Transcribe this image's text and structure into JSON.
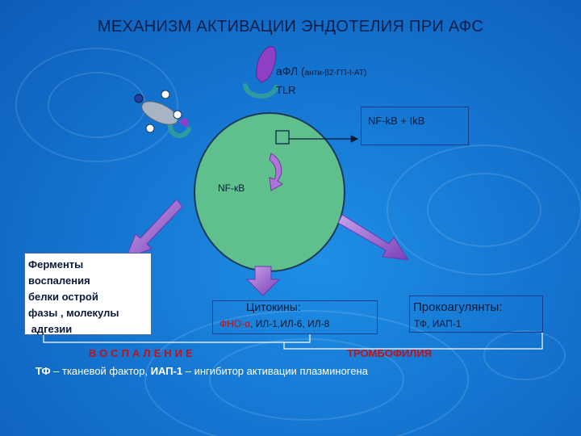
{
  "title": "МЕХАНИЗМ АКТИВАЦИИ ЭНДОТЕЛИЯ ПРИ АФС",
  "receptor": {
    "afl_main": "аФЛ (",
    "afl_sub": "анти-β2-ГП-I-АТ)",
    "tlr": "TLR"
  },
  "nfkb_complex": "NF-kB + IkB",
  "nfkb_inside": "NF-кВ",
  "enzymes": {
    "lines": [
      "Ферменты",
      "воспаления",
      "белки острой",
      "фазы , молекулы",
      " адгезии"
    ]
  },
  "cytokines": {
    "title": "Цитокины:",
    "sub_alpha": "ФНО-α",
    "sub_rest": ", ИЛ-1,ИЛ-6, ИЛ-8"
  },
  "procoagulants": {
    "title": "Прокоагулянты:",
    "sub": "ТФ, ИАП-1"
  },
  "outcomes": {
    "inflammation": "ВОСПАЛЕНИЕ",
    "thrombophilia": "ТРОМБОФИЛИЯ"
  },
  "footnote": {
    "tf": "ТФ",
    "tf_def": " – тканевой фактор, ",
    "pai": "ИАП-1",
    "pai_def": " – ингибитор активации плазминогена"
  },
  "colors": {
    "background": "#1577d2",
    "cell": "#5fc08e",
    "antibody": "#8e3fc4",
    "receptor": "#3aa8a0",
    "arrow": "#9a5ad0",
    "outcome_text": "#c0121a"
  }
}
